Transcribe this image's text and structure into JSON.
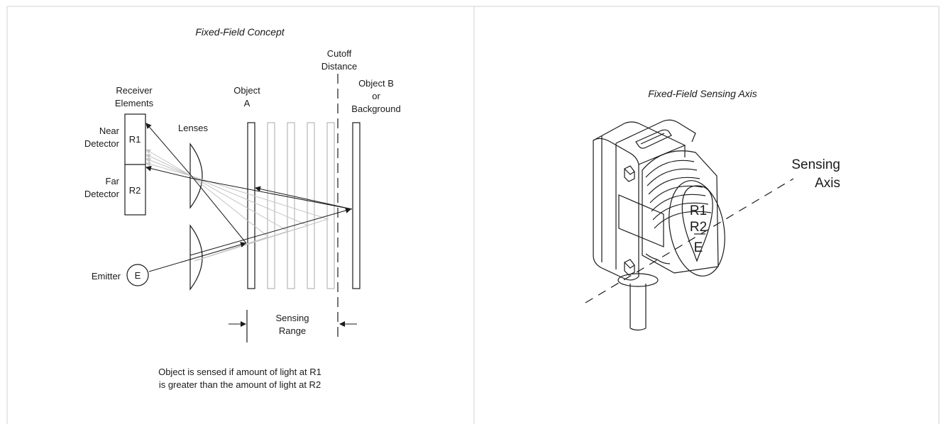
{
  "left_panel": {
    "title": "Fixed-Field Concept",
    "labels": {
      "receiver_line1": "Receiver",
      "receiver_line2": "Elements",
      "lenses": "Lenses",
      "near_line1": "Near",
      "near_line2": "Detector",
      "far_line1": "Far",
      "far_line2": "Detector",
      "r1": "R1",
      "r2": "R2",
      "emitter": "Emitter",
      "emitter_symbol": "E",
      "object_a_line1": "Object",
      "object_a_line2": "A",
      "cutoff_line1": "Cutoff",
      "cutoff_line2": "Distance",
      "object_b_line1": "Object B",
      "object_b_line2": "or",
      "object_b_line3": "Background",
      "range_line1": "Sensing",
      "range_line2": "Range",
      "caption_line1": "Object is sensed if amount of light at R1",
      "caption_line2": "is greater than the amount of light at R2"
    }
  },
  "right_panel": {
    "title": "Fixed-Field Sensing Axis",
    "axis_line1": "Sensing",
    "axis_line2": "Axis",
    "lens_r1": "R1",
    "lens_r2": "R2",
    "lens_e": "E"
  }
}
